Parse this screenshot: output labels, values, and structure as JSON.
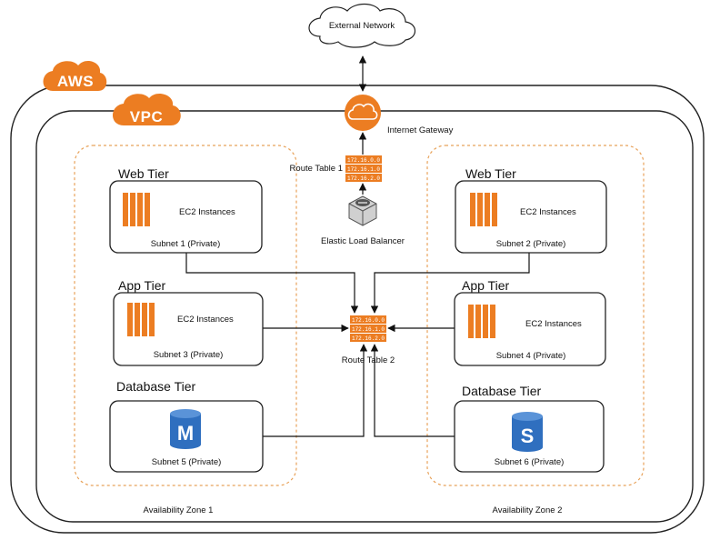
{
  "external_network": "External Network",
  "aws_label": "AWS",
  "vpc_label": "VPC",
  "internet_gateway": "Internet Gateway",
  "route_table_1": {
    "label": "Route Table 1",
    "entries": [
      "172.16.0.0",
      "172.16.1.0",
      "172.16.2.0"
    ]
  },
  "route_table_2": {
    "label": "Route Table 2",
    "entries": [
      "172.16.0.0",
      "172.16.1.0",
      "172.16.2.0"
    ]
  },
  "elb": "Elastic Load Balancer",
  "zone1": {
    "label": "Availability Zone 1",
    "web": {
      "tier": "Web Tier",
      "name": "EC2 Instances",
      "subnet": "Subnet 1 (Private)"
    },
    "app": {
      "tier": "App Tier",
      "name": "EC2 Instances",
      "subnet": "Subnet 3 (Private)"
    },
    "db": {
      "tier": "Database Tier",
      "icon_letter": "M",
      "subnet": "Subnet 5 (Private)"
    }
  },
  "zone2": {
    "label": "Availability Zone 2",
    "web": {
      "tier": "Web Tier",
      "name": "EC2 Instances",
      "subnet": "Subnet 2 (Private)"
    },
    "app": {
      "tier": "App Tier",
      "name": "EC2 Instances",
      "subnet": "Subnet 4 (Private)"
    },
    "db": {
      "tier": "Database Tier",
      "icon_letter": "S",
      "subnet": "Subnet 6 (Private)"
    }
  },
  "colors": {
    "aws_orange": "#ec7d22",
    "zone_dash": "#e8a25a",
    "db_blue": "#2f6fbf"
  }
}
